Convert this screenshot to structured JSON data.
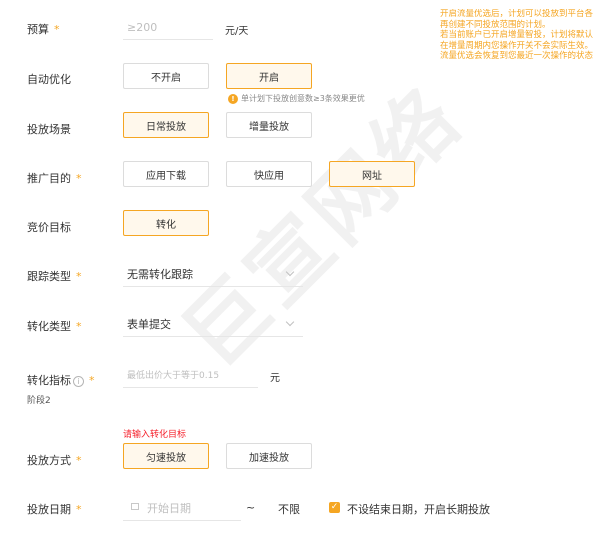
{
  "colors": {
    "accent": "#f5a623",
    "error": "#f5222d",
    "text": "#333333",
    "placeholder": "#bfbfbf",
    "border": "#dcdcdc"
  },
  "watermark": "巨宣网络",
  "notice": {
    "lines": [
      "开启流量优选后，计划可以投放到平台各",
      "再创建不同投放范围的计划。",
      "若当前账户已开启增量智投，计划将默认",
      "在增量周期内您操作开关不会实际生效。",
      "流量优选会恢复到您最近一次操作的状态"
    ]
  },
  "budget": {
    "label": "预算",
    "placeholder": "≥200",
    "unit": "元/天"
  },
  "auto_optimize": {
    "label": "自动优化",
    "options": [
      "不开启",
      "开启"
    ],
    "selected": "开启",
    "hint": "单计划下投放创意数≥3条效果更优"
  },
  "scene": {
    "label": "投放场景",
    "options": [
      "日常投放",
      "增量投放"
    ],
    "selected": "日常投放"
  },
  "promotion": {
    "label": "推广目的",
    "options": [
      "应用下载",
      "快应用",
      "网址"
    ],
    "selected": "网址"
  },
  "bid_target": {
    "label": "竞价目标",
    "options": [
      "转化"
    ],
    "selected": "转化"
  },
  "tracking": {
    "label": "跟踪类型",
    "value": "无需转化跟踪"
  },
  "conversion_type": {
    "label": "转化类型",
    "value": "表单提交"
  },
  "conversion_metric": {
    "label": "转化指标",
    "stage": "阶段2",
    "placeholder": "最低出价大于等于0.15",
    "unit": "元",
    "error": "请输入转化目标"
  },
  "delivery_mode": {
    "label": "投放方式",
    "options": [
      "匀速投放",
      "加速投放"
    ],
    "selected": "匀速投放"
  },
  "delivery_date": {
    "label": "投放日期",
    "start_placeholder": "开始日期",
    "separator": "~",
    "end_value": "不限",
    "checkbox_label": "不设结束日期，开启长期投放",
    "checkbox_checked": true
  }
}
